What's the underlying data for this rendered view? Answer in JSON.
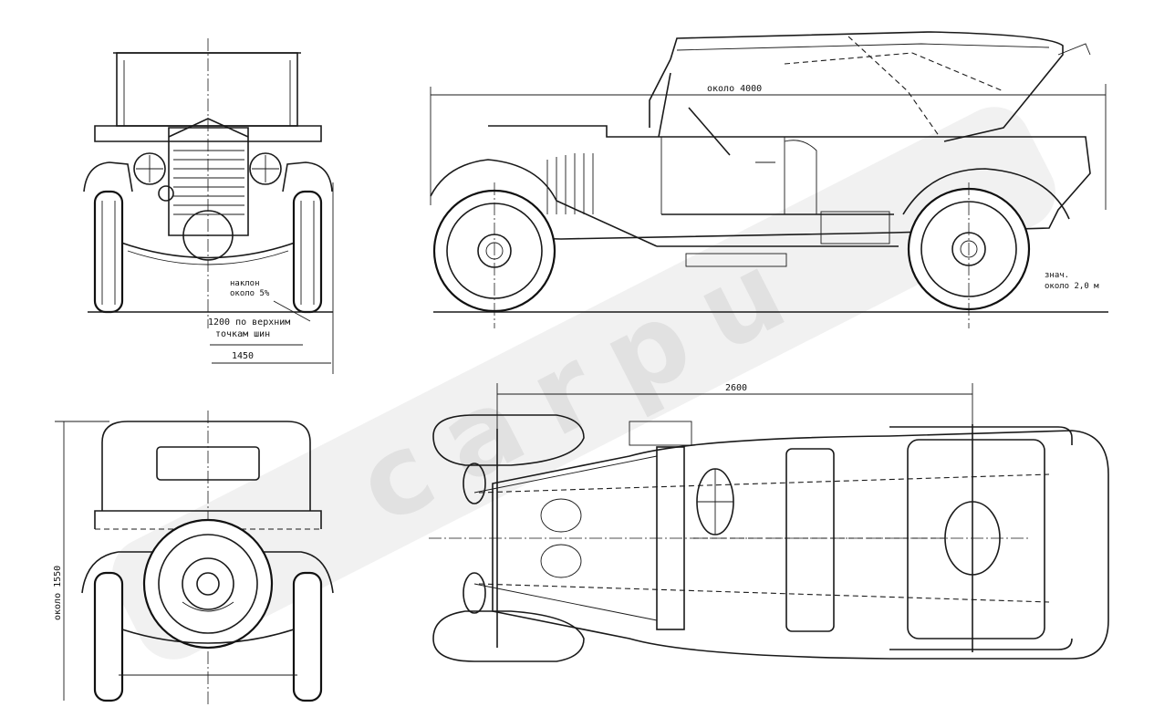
{
  "views": {
    "front": {
      "labels": {
        "tilt_line1": "наклон",
        "tilt_line2": "около 5%",
        "track_line1": "1200 по верхним",
        "track_line2": "точкам шин",
        "width": "1450"
      }
    },
    "side": {
      "labels": {
        "length": "около 4000",
        "ground_line1": "знач.",
        "ground_line2": "около 2,0 м"
      }
    },
    "rear": {
      "labels": {
        "height": "около 1550"
      }
    },
    "top": {
      "labels": {
        "wheelbase": "2600"
      }
    }
  },
  "watermark": {
    "text": "carpu"
  },
  "colors": {
    "ink": "#1a1a1a",
    "paper": "#ffffff",
    "watermark": "#e6e6e6"
  }
}
